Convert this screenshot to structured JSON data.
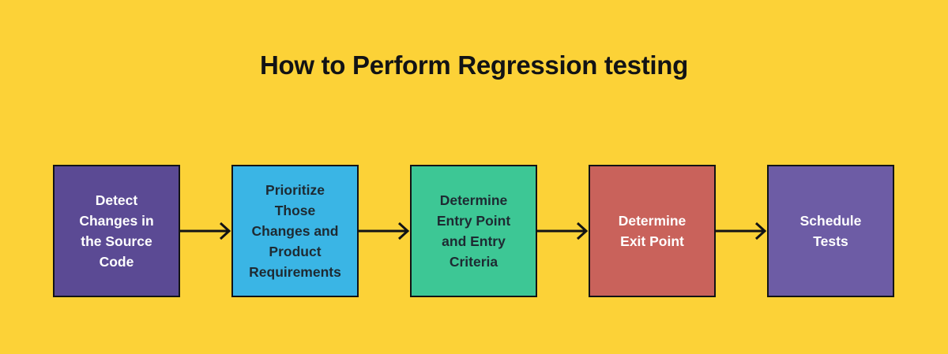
{
  "title": "How to Perform Regression testing",
  "background_color": "#fcd237",
  "arrow_color": "#121315",
  "border_color": "#121315",
  "steps": [
    {
      "label": "Detect\nChanges in\nthe Source\nCode",
      "bg": "#5b4a94",
      "fg": "#ffffff"
    },
    {
      "label": "Prioritize\nThose\nChanges and\nProduct\nRequirements",
      "bg": "#3ab5e5",
      "fg": "#1e2a32"
    },
    {
      "label": "Determine\nEntry Point\nand Entry\nCriteria",
      "bg": "#3dc795",
      "fg": "#1e2a32"
    },
    {
      "label": "Determine\nExit Point",
      "bg": "#c9625b",
      "fg": "#ffffff"
    },
    {
      "label": "Schedule\nTests",
      "bg": "#6d5ca5",
      "fg": "#ffffff"
    }
  ]
}
